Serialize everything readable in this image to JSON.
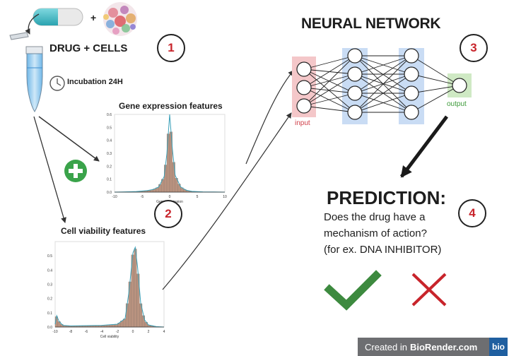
{
  "step1": {
    "number": "1",
    "title": "DRUG + CELLS",
    "incubation": "Incubation 24H",
    "plus": "+"
  },
  "step2": {
    "number": "2",
    "gene_title": "Gene expression features",
    "viability_title": "Cell viability features",
    "gene_xlabel": "Gene expression",
    "viability_xlabel": "Cell viability"
  },
  "step3": {
    "number": "3",
    "title": "NEURAL NETWORK",
    "input_label": "input",
    "output_label": "output"
  },
  "step4": {
    "number": "4",
    "title": "PREDICTION:",
    "lines": [
      "Does the drug have a",
      "mechanism of action?",
      "(for ex. DNA INHIBITOR)"
    ]
  },
  "footer": {
    "created": "Created in",
    "brand": "BioRender.com",
    "logo": "bio"
  },
  "colors": {
    "red": "#c8242b",
    "green": "#3d8a3f",
    "input_box": "#f4c7c9",
    "hidden_box": "#c9dcf4",
    "output_box": "#cfe9c4",
    "hist_fill": "#b8927f",
    "curve": "#3aa0b8"
  },
  "chart_data": [
    {
      "type": "area",
      "title": "Gene expression features",
      "xlabel": "Gene expression",
      "ylabel": "",
      "x": [
        -10,
        -8,
        -6,
        -4,
        -3,
        -2,
        -1,
        -0.5,
        0,
        0.5,
        1,
        2,
        3,
        4,
        6,
        8,
        10
      ],
      "y": [
        0.0,
        0.002,
        0.005,
        0.012,
        0.02,
        0.04,
        0.12,
        0.3,
        0.6,
        0.33,
        0.13,
        0.04,
        0.015,
        0.006,
        0.002,
        0.001,
        0.0
      ],
      "xticks": [
        "-10",
        "-5",
        "0",
        "5",
        "10"
      ],
      "yticks": [
        "0.0",
        "0.1",
        "0.2",
        "0.3",
        "0.4",
        "0.5",
        "0.6"
      ],
      "xlim": [
        -10,
        10
      ],
      "ylim": [
        0,
        0.6
      ]
    },
    {
      "type": "area",
      "title": "Cell viability features",
      "xlabel": "Cell viability",
      "ylabel": "",
      "x": [
        -10,
        -9.8,
        -9.5,
        -9,
        -8,
        -6,
        -4,
        -2,
        -1,
        -0.5,
        0,
        0.3,
        0.6,
        1,
        1.5,
        2,
        3,
        4
      ],
      "y": [
        0.02,
        0.08,
        0.04,
        0.012,
        0.008,
        0.01,
        0.012,
        0.02,
        0.06,
        0.25,
        0.52,
        0.56,
        0.42,
        0.17,
        0.05,
        0.015,
        0.003,
        0.0
      ],
      "xticks": [
        "-10",
        "-8",
        "-6",
        "-4",
        "-2",
        "0",
        "2",
        "4"
      ],
      "yticks": [
        "0.0",
        "0.1",
        "0.2",
        "0.3",
        "0.4",
        "0.5"
      ],
      "xlim": [
        -10,
        4
      ],
      "ylim": [
        0,
        0.6
      ]
    }
  ]
}
